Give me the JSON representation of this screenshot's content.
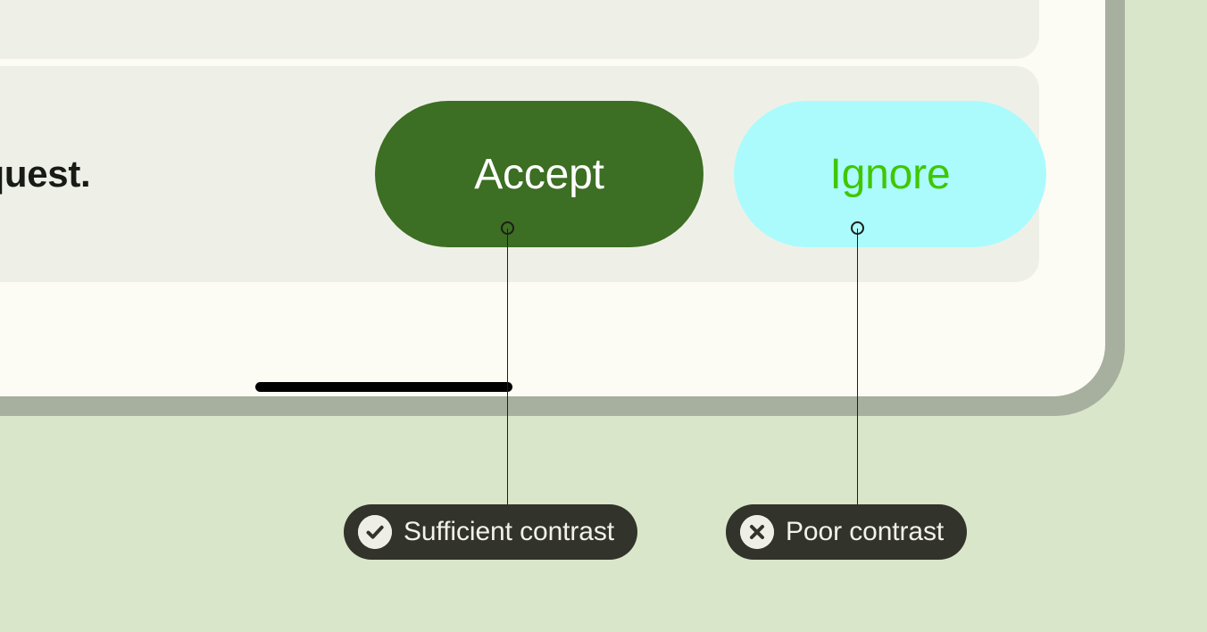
{
  "palette": {
    "page_background": "#D9E6C9",
    "device_bezel": "#A7AF9E",
    "device_screen": "#FCFCF5",
    "card_background": "#EEF0E8",
    "accept_button_fill": "#3C6E23",
    "accept_button_text": "#FFFFFF",
    "ignore_button_fill": "#ABFBFD",
    "ignore_button_text": "#3FC700",
    "annotation_pill_fill": "#32332B",
    "annotation_pill_text": "#F2F2EA",
    "annotation_icon_circle": "#EEEEE6",
    "leader_line": "#1D1F19",
    "body_text": "#181A15",
    "home_indicator": "#000000"
  },
  "device": {
    "card_top": {},
    "card_main": {
      "message_text": "a request.",
      "buttons": [
        {
          "label": "Accept",
          "name": "accept-button"
        },
        {
          "label": "Ignore",
          "name": "ignore-button"
        }
      ]
    }
  },
  "annotations": [
    {
      "label": "Sufficient contrast",
      "icon": "check-circle-icon",
      "target": "accept-button"
    },
    {
      "label": "Poor contrast",
      "icon": "x-circle-icon",
      "target": "ignore-button"
    }
  ]
}
